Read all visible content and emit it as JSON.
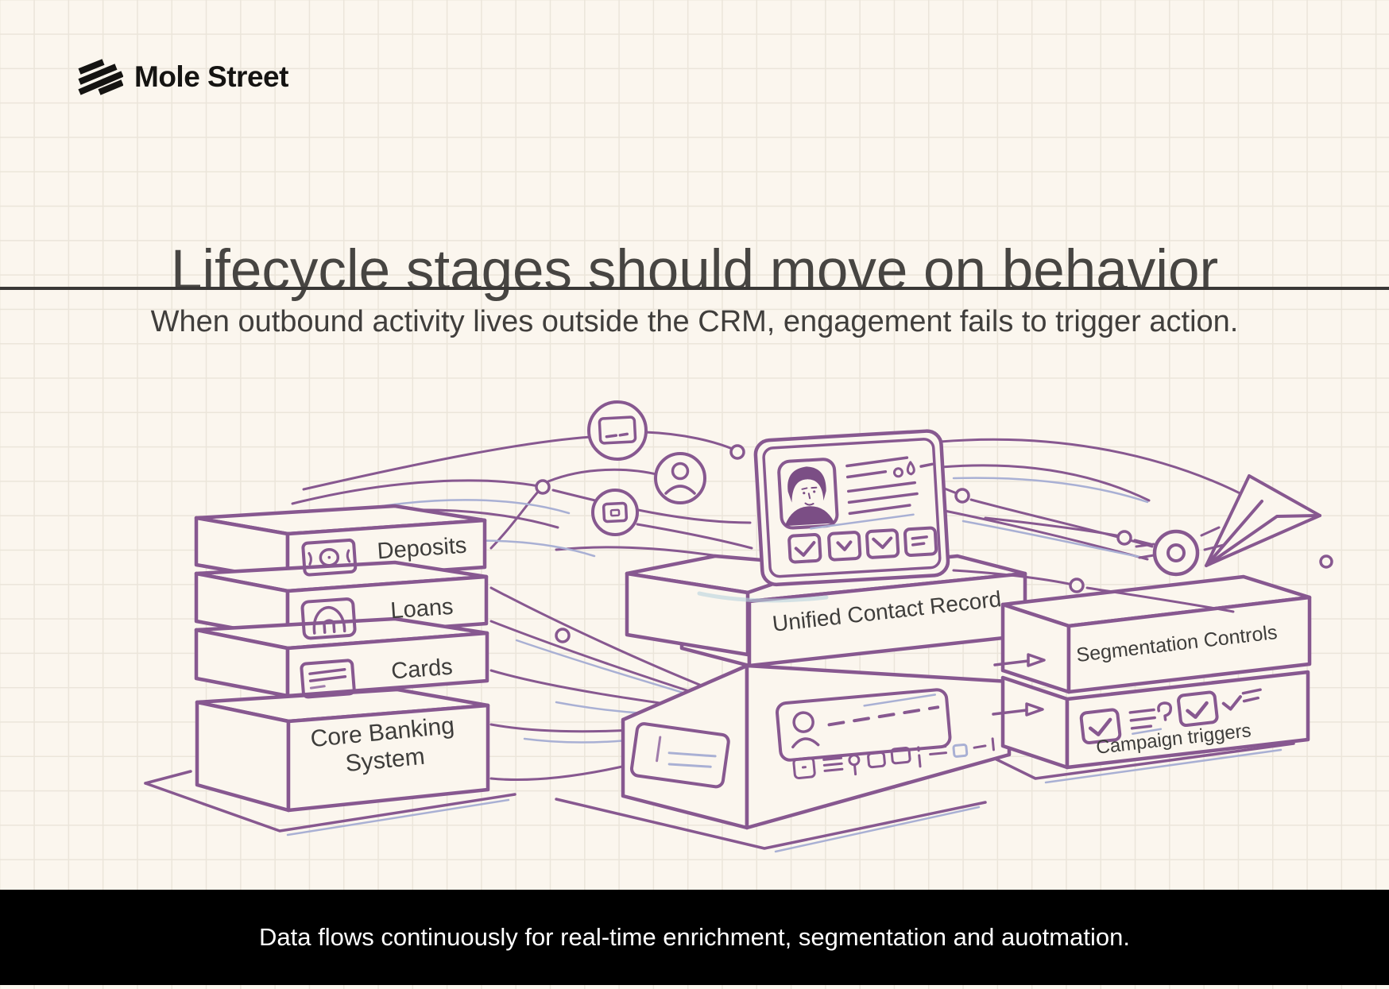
{
  "logo": {
    "text": "Mole Street",
    "icon": "diagonal-stripes-logo-icon"
  },
  "header": {
    "title": "Lifecycle stages should move on behavior",
    "subtitle": "When outbound activity lives outside the CRM, engagement fails to trigger action."
  },
  "diagram": {
    "source_system": {
      "products": [
        {
          "label": "Deposits",
          "icon": "money-bill-icon"
        },
        {
          "label": "Loans",
          "icon": "house-icon"
        },
        {
          "label": "Cards",
          "icon": "credit-card-icon"
        }
      ],
      "base_label": "Core Banking System"
    },
    "crm": {
      "label": "Unified Contact Record"
    },
    "activation": {
      "top_label": "Segmentation Controls",
      "bottom_label": "Campaign triggers"
    },
    "floating_icons": [
      "message-card-icon",
      "contact-person-icon",
      "browser-window-icon",
      "target-icon",
      "paper-plane-icon"
    ]
  },
  "footer": {
    "text": "Data flows continuously for real-time enrichment, segmentation and auotmation."
  },
  "colors": {
    "background": "#fbf6ee",
    "grid_line": "#ebe5da",
    "ink": "#403e3c",
    "line_purple": "#875890",
    "line_lavender": "#a9b0d4",
    "solid_purple": "#7b4e85",
    "footer_bg": "#000000",
    "footer_text": "#ffffff"
  }
}
